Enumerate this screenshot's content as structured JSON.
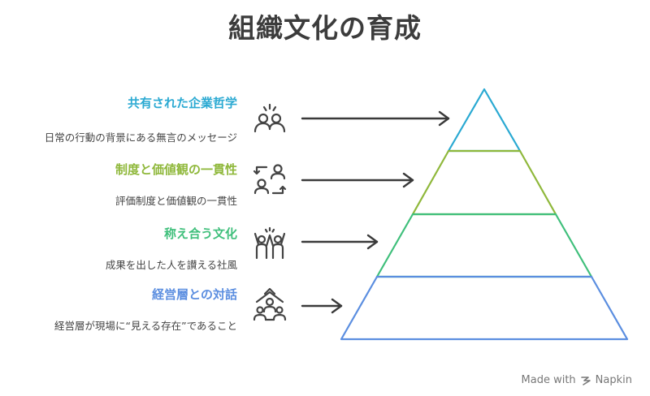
{
  "title": "組織文化の育成",
  "levels": [
    {
      "title": "共有された企業哲学",
      "description": "日常の行動の背景にある無言のメッセージ",
      "color": "#2aa9d2",
      "icon": "people-idea-icon"
    },
    {
      "title": "制度と価値観の一貫性",
      "description": "評価制度と価値観の一貫性",
      "color": "#8fb83b",
      "icon": "people-exchange-icon"
    },
    {
      "title": "称え合う文化",
      "description": "成果を出した人を讃える社風",
      "color": "#3fbf7b",
      "icon": "people-celebrate-icon"
    },
    {
      "title": "経営層との対話",
      "description": "経営層が現場に“見える存在”であること",
      "color": "#5b8ee0",
      "icon": "leader-team-icon"
    }
  ],
  "footer": {
    "made_with": "Made with",
    "brand": "Napkin",
    "icon": "napkin-logo-icon"
  }
}
